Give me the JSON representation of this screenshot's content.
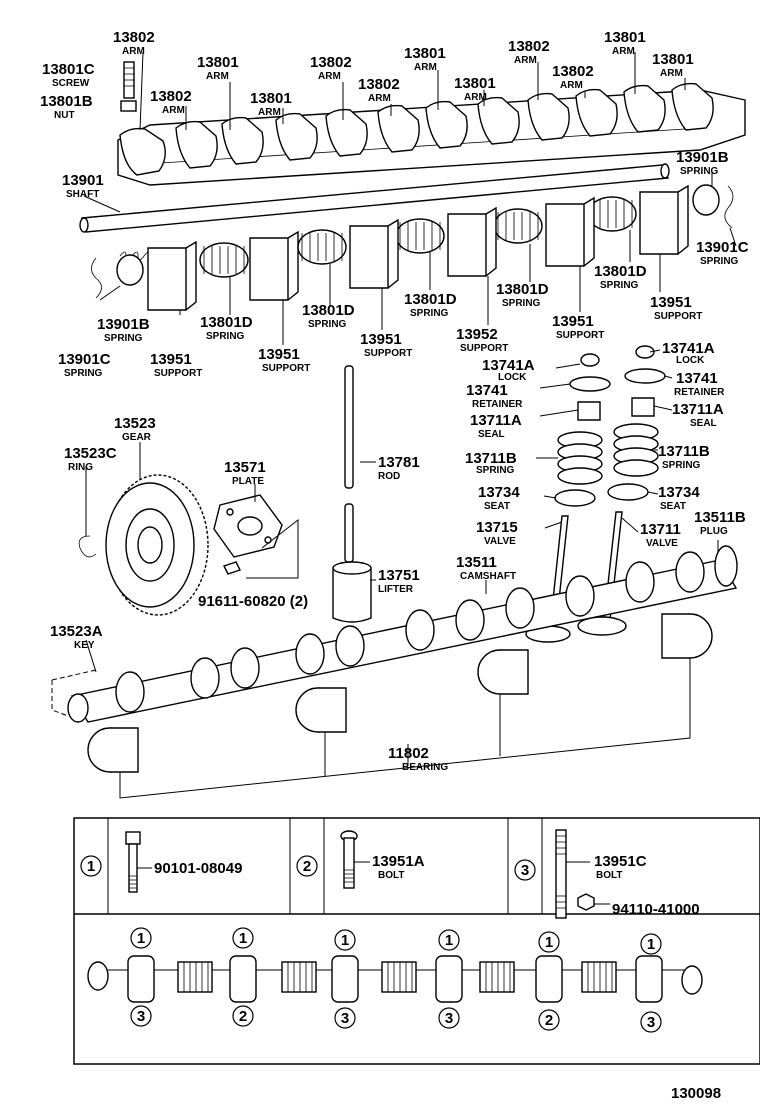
{
  "diagram_id": "130098",
  "callouts": [
    {
      "num": "13802",
      "name": "ARM"
    },
    {
      "num": "13801C",
      "name": "SCREW"
    },
    {
      "num": "13801B",
      "name": "NUT"
    },
    {
      "num": "13801",
      "name": "ARM"
    },
    {
      "num": "13802",
      "name": "ARM"
    },
    {
      "num": "13802",
      "name": "ARM"
    },
    {
      "num": "13801",
      "name": "ARM"
    },
    {
      "num": "13802",
      "name": "ARM"
    },
    {
      "num": "13801",
      "name": "ARM"
    },
    {
      "num": "13802",
      "name": "ARM"
    },
    {
      "num": "13801",
      "name": "ARM"
    },
    {
      "num": "13802",
      "name": "ARM"
    },
    {
      "num": "13801",
      "name": "ARM"
    },
    {
      "num": "13801",
      "name": "ARM"
    },
    {
      "num": "13901",
      "name": "SHAFT"
    },
    {
      "num": "13901B",
      "name": "SPRING"
    },
    {
      "num": "13901C",
      "name": "SPRING"
    },
    {
      "num": "13901B",
      "name": "SPRING"
    },
    {
      "num": "13801D",
      "name": "SPRING"
    },
    {
      "num": "13801D",
      "name": "SPRING"
    },
    {
      "num": "13801D",
      "name": "SPRING"
    },
    {
      "num": "13801D",
      "name": "SPRING"
    },
    {
      "num": "13801D",
      "name": "SPRING"
    },
    {
      "num": "13901C",
      "name": "SPRING"
    },
    {
      "num": "13951",
      "name": "SUPPORT"
    },
    {
      "num": "13951",
      "name": "SUPPORT"
    },
    {
      "num": "13951",
      "name": "SUPPORT"
    },
    {
      "num": "13952",
      "name": "SUPPORT"
    },
    {
      "num": "13951",
      "name": "SUPPORT"
    },
    {
      "num": "13951",
      "name": "SUPPORT"
    },
    {
      "num": "13741A",
      "name": "LOCK"
    },
    {
      "num": "13741A",
      "name": "LOCK"
    },
    {
      "num": "13741",
      "name": "RETAINER"
    },
    {
      "num": "13741",
      "name": "RETAINER"
    },
    {
      "num": "13711A",
      "name": "SEAL"
    },
    {
      "num": "13711A",
      "name": "SEAL"
    },
    {
      "num": "13711B",
      "name": "SPRING"
    },
    {
      "num": "13711B",
      "name": "SPRING"
    },
    {
      "num": "13734",
      "name": "SEAT"
    },
    {
      "num": "13734",
      "name": "SEAT"
    },
    {
      "num": "13715",
      "name": "VALVE"
    },
    {
      "num": "13711",
      "name": "VALVE"
    },
    {
      "num": "13511B",
      "name": "PLUG"
    },
    {
      "num": "13511",
      "name": "CAMSHAFT"
    },
    {
      "num": "13523",
      "name": "GEAR"
    },
    {
      "num": "13523C",
      "name": "RING"
    },
    {
      "num": "13571",
      "name": "PLATE"
    },
    {
      "num": "13781",
      "name": "ROD"
    },
    {
      "num": "13751",
      "name": "LIFTER"
    },
    {
      "num": "91611-60820 (2)",
      "name": ""
    },
    {
      "num": "13523A",
      "name": "KEY"
    },
    {
      "num": "11802",
      "name": "BEARING"
    }
  ],
  "legend": {
    "items": [
      {
        "mark": "1",
        "num": "90101-08049",
        "name": ""
      },
      {
        "mark": "2",
        "num": "13951A",
        "name": "BOLT"
      },
      {
        "mark": "3",
        "num": "13951C",
        "name": "BOLT",
        "extra": "94110-41000"
      }
    ],
    "bottom_marks": [
      {
        "top": "1",
        "bottom": "3"
      },
      {
        "top": "1",
        "bottom": "2"
      },
      {
        "top": "1",
        "bottom": "3"
      },
      {
        "top": "1",
        "bottom": "3"
      },
      {
        "top": "1",
        "bottom": "2"
      },
      {
        "top": "1",
        "bottom": "3"
      }
    ]
  }
}
